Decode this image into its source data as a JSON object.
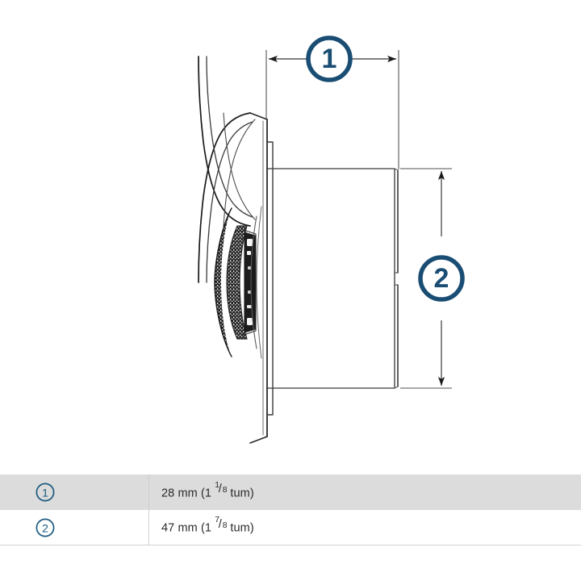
{
  "document": {
    "type": "technical-dimension-drawing",
    "subject": "device side profile with mounting flange"
  },
  "callouts": [
    {
      "id": "1",
      "label": "1",
      "orientation": "horizontal",
      "dimension": "depth"
    },
    {
      "id": "2",
      "label": "2",
      "orientation": "vertical",
      "dimension": "height"
    }
  ],
  "legend": {
    "rows": [
      {
        "key": "1",
        "value_mm": "28 mm",
        "value_open": "(1",
        "frac_num": "1",
        "frac_slash": "/",
        "frac_den": "8",
        "value_unit": "tum)",
        "value_full": "28 mm (1 1/8 tum)"
      },
      {
        "key": "2",
        "value_mm": "47 mm",
        "value_open": "(1",
        "frac_num": "7",
        "frac_slash": "/",
        "frac_den": "8",
        "value_unit": "tum)",
        "value_full": "47 mm (1 7/8 tum)"
      }
    ]
  },
  "colors": {
    "accent_blue": "#1b4f72",
    "callout_blue": "#1a4d73",
    "line_gray": "#808080",
    "drawing_black": "#1a1a1a",
    "row_shade": "#dcdcdc",
    "text": "#2b2b2b",
    "background": "#ffffff"
  }
}
